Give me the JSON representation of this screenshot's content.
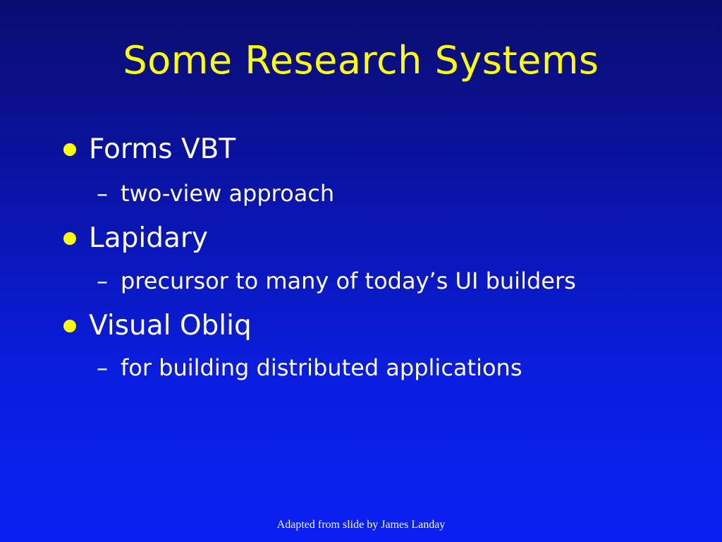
{
  "slide": {
    "title": "Some Research Systems",
    "bullets": [
      {
        "text": "Forms VBT",
        "sub": {
          "dash": "–",
          "text": "two-view approach"
        }
      },
      {
        "text": "Lapidary",
        "sub": {
          "dash": "–",
          "text": "precursor to many of today’s UI builders"
        }
      },
      {
        "text": "Visual Obliq",
        "sub": {
          "dash": "–",
          "text": "for building distributed applications"
        }
      }
    ],
    "footer": "Adapted from slide by James Landay"
  },
  "colors": {
    "background_top": "#0a0c6e",
    "background_bottom": "#0a20f2",
    "title": "#ffff00",
    "bullet_marker": "#ffff00",
    "body_text": "#ffffff"
  },
  "icons": {
    "bullet_marker": "yellow-dot"
  }
}
